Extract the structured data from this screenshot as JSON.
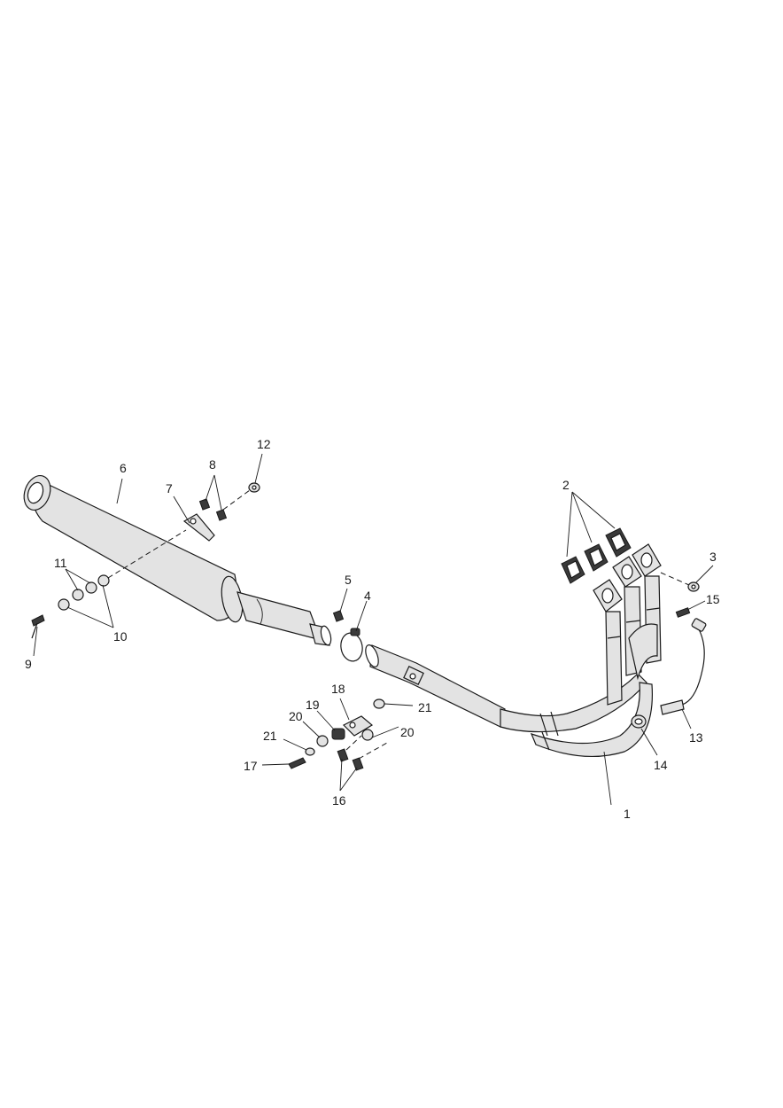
{
  "callouts": [
    {
      "id": "c1",
      "label": "1"
    },
    {
      "id": "c2",
      "label": "2"
    },
    {
      "id": "c3",
      "label": "3"
    },
    {
      "id": "c4",
      "label": "4"
    },
    {
      "id": "c5",
      "label": "5"
    },
    {
      "id": "c6",
      "label": "6"
    },
    {
      "id": "c7",
      "label": "7"
    },
    {
      "id": "c8",
      "label": "8"
    },
    {
      "id": "c9",
      "label": "9"
    },
    {
      "id": "c10",
      "label": "10"
    },
    {
      "id": "c11",
      "label": "11"
    },
    {
      "id": "c12",
      "label": "12"
    },
    {
      "id": "c13",
      "label": "13"
    },
    {
      "id": "c14",
      "label": "14"
    },
    {
      "id": "c15",
      "label": "15"
    },
    {
      "id": "c16",
      "label": "16"
    },
    {
      "id": "c17",
      "label": "17"
    },
    {
      "id": "c18",
      "label": "18"
    },
    {
      "id": "c19",
      "label": "19"
    },
    {
      "id": "c20a",
      "label": "20"
    },
    {
      "id": "c20b",
      "label": "20"
    },
    {
      "id": "c21a",
      "label": "21"
    },
    {
      "id": "c21b",
      "label": "21"
    }
  ]
}
